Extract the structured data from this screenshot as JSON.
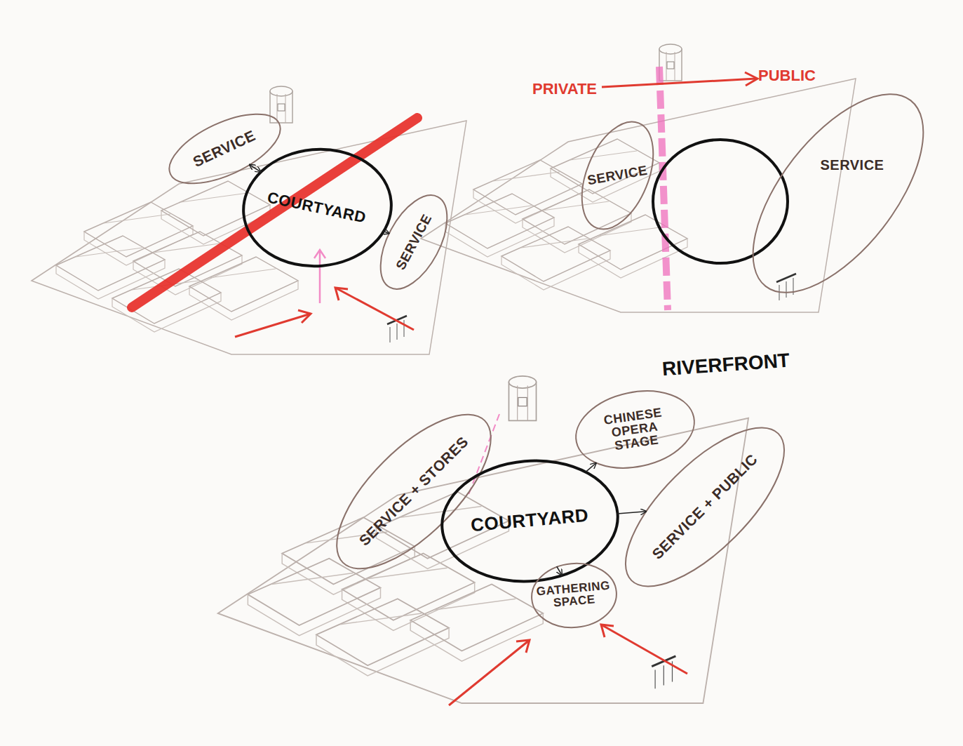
{
  "diagram": {
    "nodes": [
      {
        "text": [
          "SERVICE"
        ]
      },
      {
        "text": [
          "COURTYARD"
        ]
      },
      {
        "text": [
          "SERVICE"
        ]
      },
      {
        "text": [
          "SERVICE"
        ]
      },
      {
        "text": [
          "SERVICE"
        ]
      },
      {
        "text": [
          "SERVICE + STORES"
        ]
      },
      {
        "text": [
          "CHINESE OPERA STAGE"
        ]
      },
      {
        "text": [
          "COURTYARD"
        ]
      },
      {
        "text": [
          "SERVICE + PUBLIC"
        ]
      },
      {
        "text": [
          "GATHERING SPACE"
        ]
      }
    ],
    "edges": [
      {
        "from": 0,
        "to": 1,
        "arrow": "both"
      },
      {
        "from": 1,
        "to": 2,
        "arrow": "to"
      },
      {
        "from": 7,
        "to": 6,
        "arrow": "to"
      },
      {
        "from": 7,
        "to": 8,
        "arrow": "to"
      },
      {
        "from": 9,
        "to": 7,
        "arrow": "to"
      }
    ],
    "labels": [
      "PRIVATE",
      "PUBLIC",
      "RIVERFRONT"
    ]
  }
}
